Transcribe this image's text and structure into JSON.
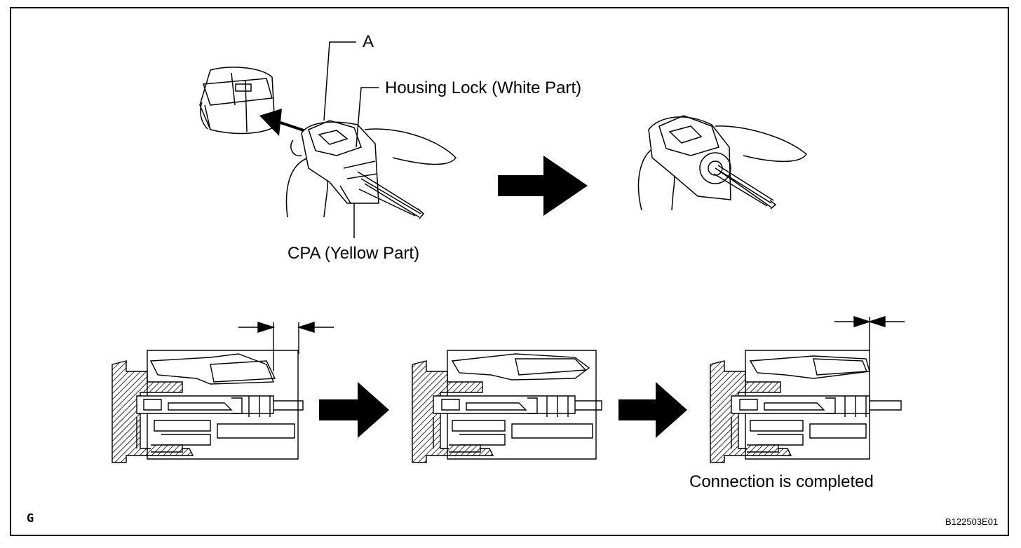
{
  "labels": {
    "a": "A",
    "housing_lock": "Housing Lock (White Part)",
    "cpa": "CPA (Yellow Part)",
    "connection_completed": "Connection is completed"
  },
  "footer": {
    "corner_letter": "G",
    "figure_code": "B122503E01"
  }
}
